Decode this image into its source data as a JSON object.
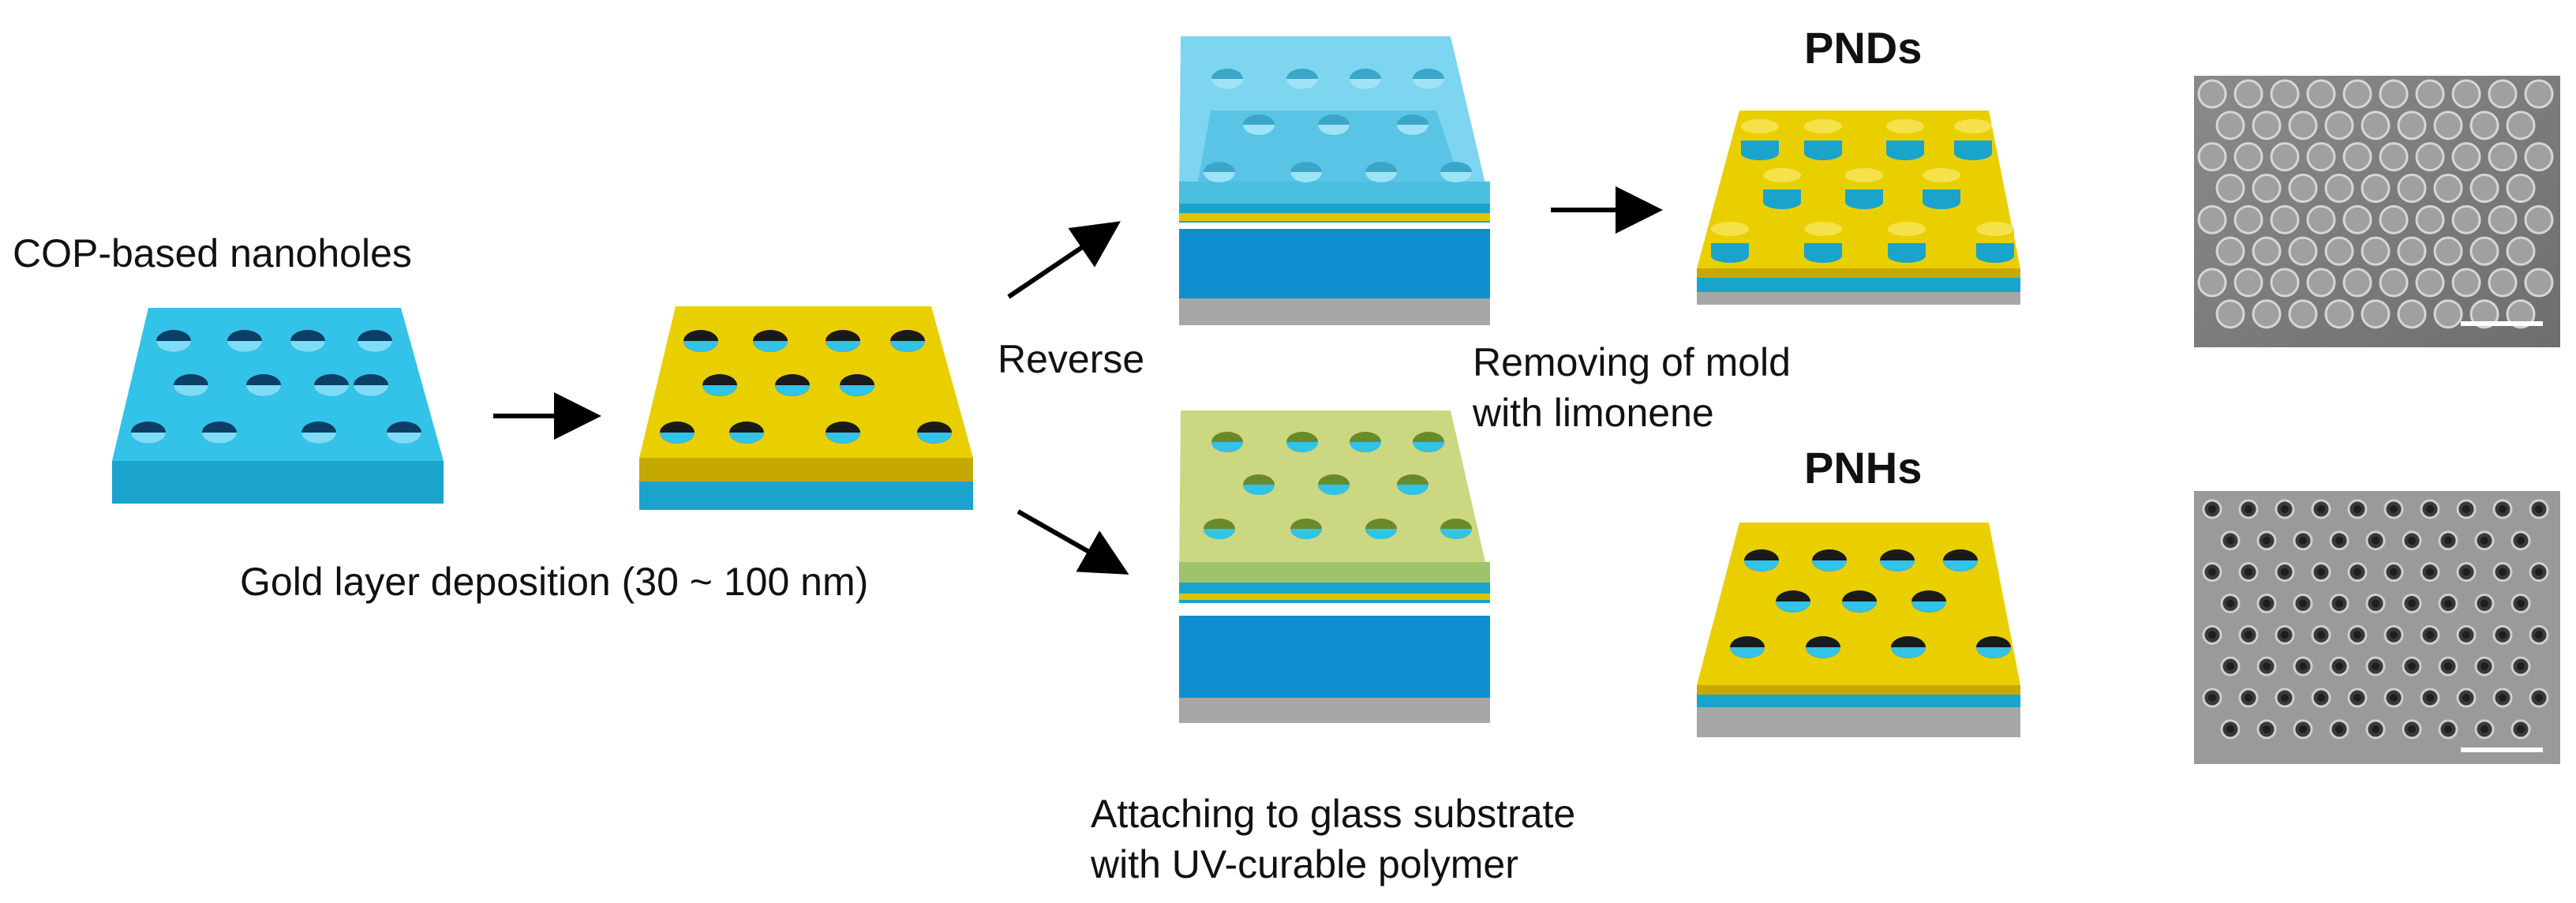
{
  "labels": {
    "cop_nanoholes": "COP-based nanoholes",
    "gold_deposition": "Gold layer deposition (30 ~ 100 nm)",
    "reverse": "Reverse",
    "removing_line1": "Removing of mold",
    "removing_line2": "with limonene",
    "attaching_line1": "Attaching to glass substrate",
    "attaching_line2": "with UV-curable polymer",
    "pnds": "PNDs",
    "pnhs": "PNHs"
  },
  "colors": {
    "cop_blue": "#33c2e8",
    "gold": "#eacf00",
    "glass_gray": "#a9a9a9",
    "polymer_blue": "#1192d0",
    "sem_gray": "#7d7d7d",
    "arrow": "#000000"
  },
  "icons": {
    "arrow": "arrow-right",
    "scale_bar": "scale-bar"
  }
}
